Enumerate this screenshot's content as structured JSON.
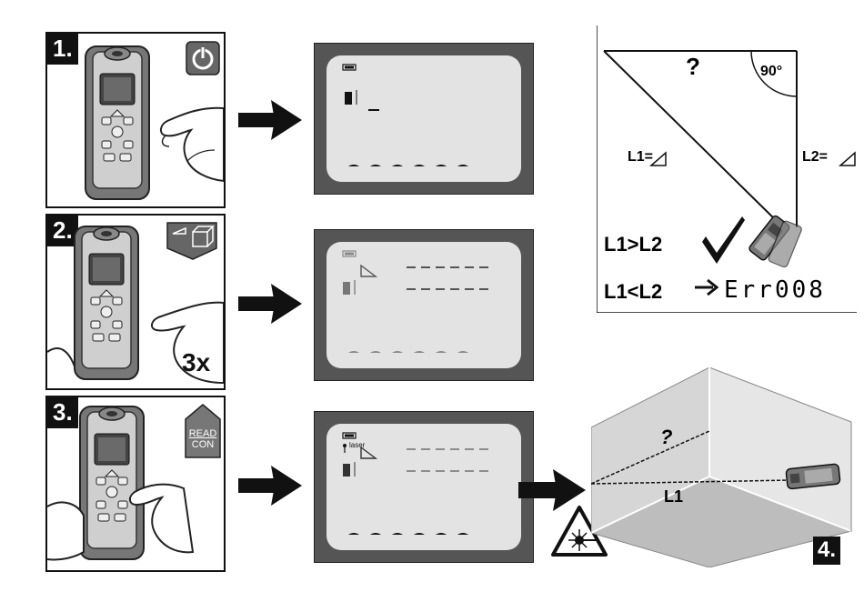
{
  "steps": [
    {
      "number": "1."
    },
    {
      "number": "2.",
      "press_count": "3x"
    },
    {
      "number": "3.",
      "button_label_line1": "READ",
      "button_label_line2": "CON"
    },
    {
      "number": "4."
    }
  ],
  "screens": {
    "screen3_laser_label": "laser"
  },
  "geometry_diagram": {
    "unknown": "?",
    "angle": "90°",
    "l1_label": "L1=",
    "l2_label": "L2=",
    "condition_ok": "L1>L2",
    "condition_err": "L1<L2",
    "error_code": "Err008"
  },
  "room_diagram": {
    "unknown": "?",
    "l1_label": "L1"
  }
}
